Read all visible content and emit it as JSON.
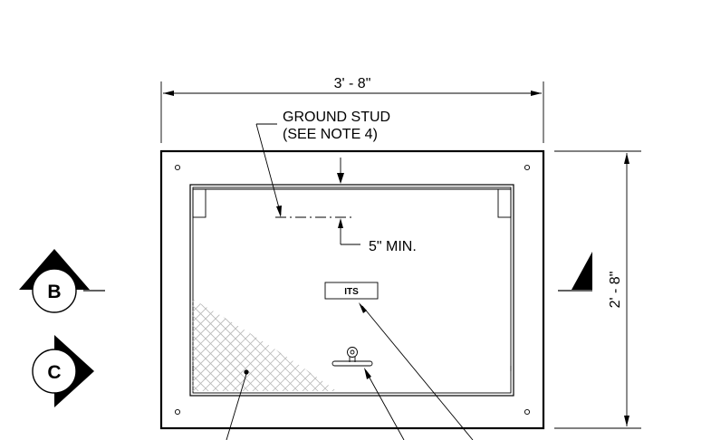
{
  "dimensions": {
    "width_label": "3' - 8\"",
    "height_label": "2' - 8\"",
    "min_label": "5\" MIN."
  },
  "callouts": {
    "ground_stud_line1": "GROUND STUD",
    "ground_stud_line2": "(SEE NOTE 4)",
    "lid_tag": "ITS"
  },
  "section_markers": {
    "b_label": "B",
    "c_label": "C"
  }
}
